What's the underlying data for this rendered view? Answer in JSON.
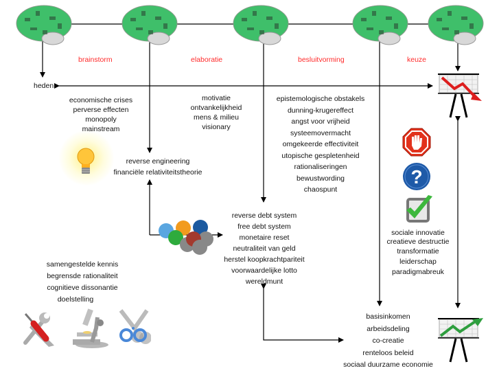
{
  "stages": [
    {
      "label": "brainstorm",
      "color": "#ff2a2a"
    },
    {
      "label": "elaboratie",
      "color": "#ff2a2a"
    },
    {
      "label": "besluitvorming",
      "color": "#ff2a2a"
    },
    {
      "label": "keuze",
      "color": "#ff2a2a"
    }
  ],
  "heden_label": "heden",
  "problems": [
    "economische crises",
    "perverse effecten",
    "monopoly",
    "mainstream"
  ],
  "drivers": [
    "motivatie",
    "ontvankelijkheid",
    "mens & milieu",
    "visionary"
  ],
  "obstacles": [
    "epistemologische obstakels",
    "dunning-krugereffect",
    "angst voor vrijheid",
    "systeemovermacht",
    "omgekeerde effectiviteit",
    "utopische gespletenheid",
    "rationaliseringen",
    "bewustwording",
    "chaospunt"
  ],
  "ideas": [
    "reverse engineering",
    "financiële relativiteitstheorie"
  ],
  "solutions": [
    "reverse debt system",
    "free debt system",
    "monetaire reset",
    "neutraliteit van geld",
    "herstel koopkrachtpariteit",
    "voorwaardelijke lotto",
    "wereldmunt"
  ],
  "change": [
    "sociale innovatie",
    "creatieve destructie",
    "transformatie",
    "leiderschap",
    "paradigmabreuk"
  ],
  "knowledge": [
    "samengestelde kennis",
    "begrensde rationaliteit",
    "cognitieve dissonantie",
    "doelstelling"
  ],
  "outcomes": [
    "basisinkomen",
    "arbeidsdeling",
    "co-creatie",
    "renteloos beleid",
    "sociaal duurzame economie"
  ],
  "colors": {
    "stage_text": "#ff2a2a",
    "brain_green": "#3fbf6a",
    "chart_down": "#dd1f1f",
    "chart_up": "#2e9e3e",
    "stop_red": "#e2321c",
    "question_blue": "#1e5aa8",
    "check_green": "#3db83d"
  }
}
